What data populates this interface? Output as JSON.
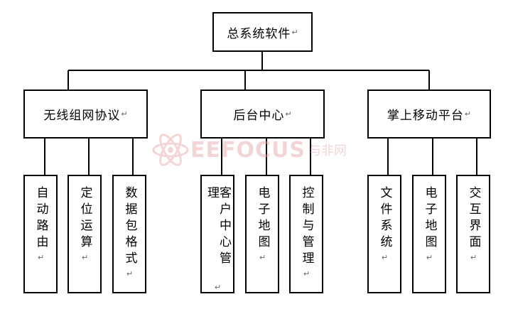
{
  "root": {
    "label": "总系统软件",
    "mark": "↵"
  },
  "groups": [
    {
      "label": "无线组网协议",
      "mark": "↵",
      "children": [
        {
          "label": "自动路由",
          "mark": "↵"
        },
        {
          "label": "定位运算",
          "mark": "↵"
        },
        {
          "label": "数据包格式",
          "mark": "↵"
        }
      ]
    },
    {
      "label": "后台中心",
      "mark": "↵",
      "children": [
        {
          "label": "客户中心管理",
          "mark": "↵"
        },
        {
          "label": "电子地图",
          "mark": "↵"
        },
        {
          "label": "控制与管理",
          "mark": "↵"
        }
      ]
    },
    {
      "label": "掌上移动平台",
      "mark": "↵",
      "children": [
        {
          "label": "文件系统",
          "mark": "↵"
        },
        {
          "label": "电子地图",
          "mark": "↵"
        },
        {
          "label": "交互界面",
          "mark": "↵"
        }
      ]
    }
  ],
  "watermark": {
    "text": "EEFOCUS",
    "sub": "与非网"
  },
  "colors": {
    "line": "#000000",
    "watermark": "#e8a3a3"
  }
}
